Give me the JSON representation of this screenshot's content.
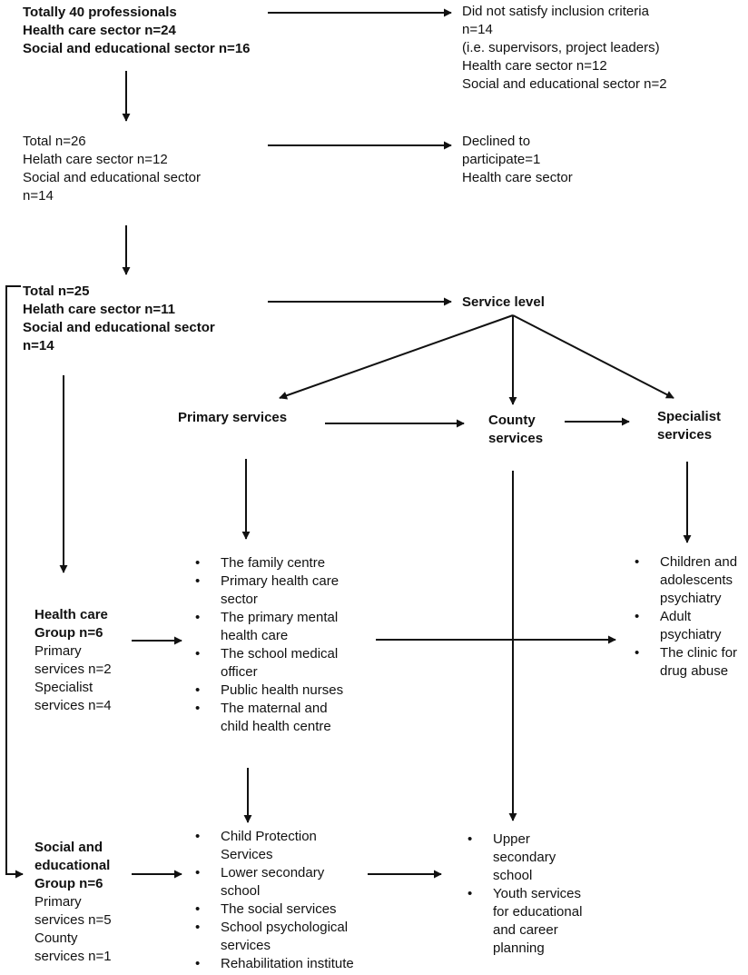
{
  "nodes": {
    "start": {
      "lines": [
        "Totally 40 professionals",
        "Health care sector n=24",
        "Social and educational sector n=16"
      ]
    },
    "excluded": {
      "lines": [
        "Did not satisfy inclusion criteria",
        "n=14",
        "(i.e. supervisors, project leaders)",
        "Health care sector n=12",
        "Social and educational sector n=2"
      ]
    },
    "total26": {
      "lines": [
        "Total n=26",
        "Helath care sector n=12",
        "Social and educational sector",
        "n=14"
      ]
    },
    "declined": {
      "lines": [
        "Declined to",
        "participate=1",
        "Health care sector"
      ]
    },
    "total25": {
      "lines": [
        "Total n=25",
        "Helath care sector n=11",
        "Social and educational sector",
        "n=14"
      ]
    },
    "service_level": {
      "label": "Service level"
    },
    "primary_services": {
      "label": "Primary services"
    },
    "county_services": {
      "lines": [
        "County",
        "services"
      ]
    },
    "specialist_services": {
      "lines": [
        "Specialist",
        "services"
      ]
    },
    "health_group": {
      "title_lines": [
        "Health care",
        "Group n=6"
      ],
      "lines": [
        "Primary",
        "services n=2",
        "Specialist",
        "services n=4"
      ]
    },
    "social_group": {
      "title_lines": [
        "Social and",
        "educational",
        "Group n=6"
      ],
      "lines": [
        "Primary",
        "services n=5",
        "County",
        "services n=1"
      ]
    }
  },
  "lists": {
    "health_primary": [
      [
        "The family centre"
      ],
      [
        "Primary health care",
        "sector"
      ],
      [
        "The primary mental",
        "health care"
      ],
      [
        "The school medical",
        "officer"
      ],
      [
        "Public health nurses"
      ],
      [
        "The maternal and",
        "child health centre"
      ]
    ],
    "specialist": [
      [
        "Children and",
        "adolescents",
        "psychiatry"
      ],
      [
        "Adult",
        "psychiatry"
      ],
      [
        "The clinic for",
        "drug abuse"
      ]
    ],
    "social_primary": [
      [
        "Child Protection",
        "Services"
      ],
      [
        "Lower secondary",
        "school"
      ],
      [
        "The social services"
      ],
      [
        "School psychological",
        "services"
      ],
      [
        "Rehabilitation institute"
      ]
    ],
    "county": [
      [
        "Upper",
        "secondary",
        "school"
      ],
      [
        "Youth services",
        "for educational",
        "and career",
        "planning"
      ]
    ]
  }
}
